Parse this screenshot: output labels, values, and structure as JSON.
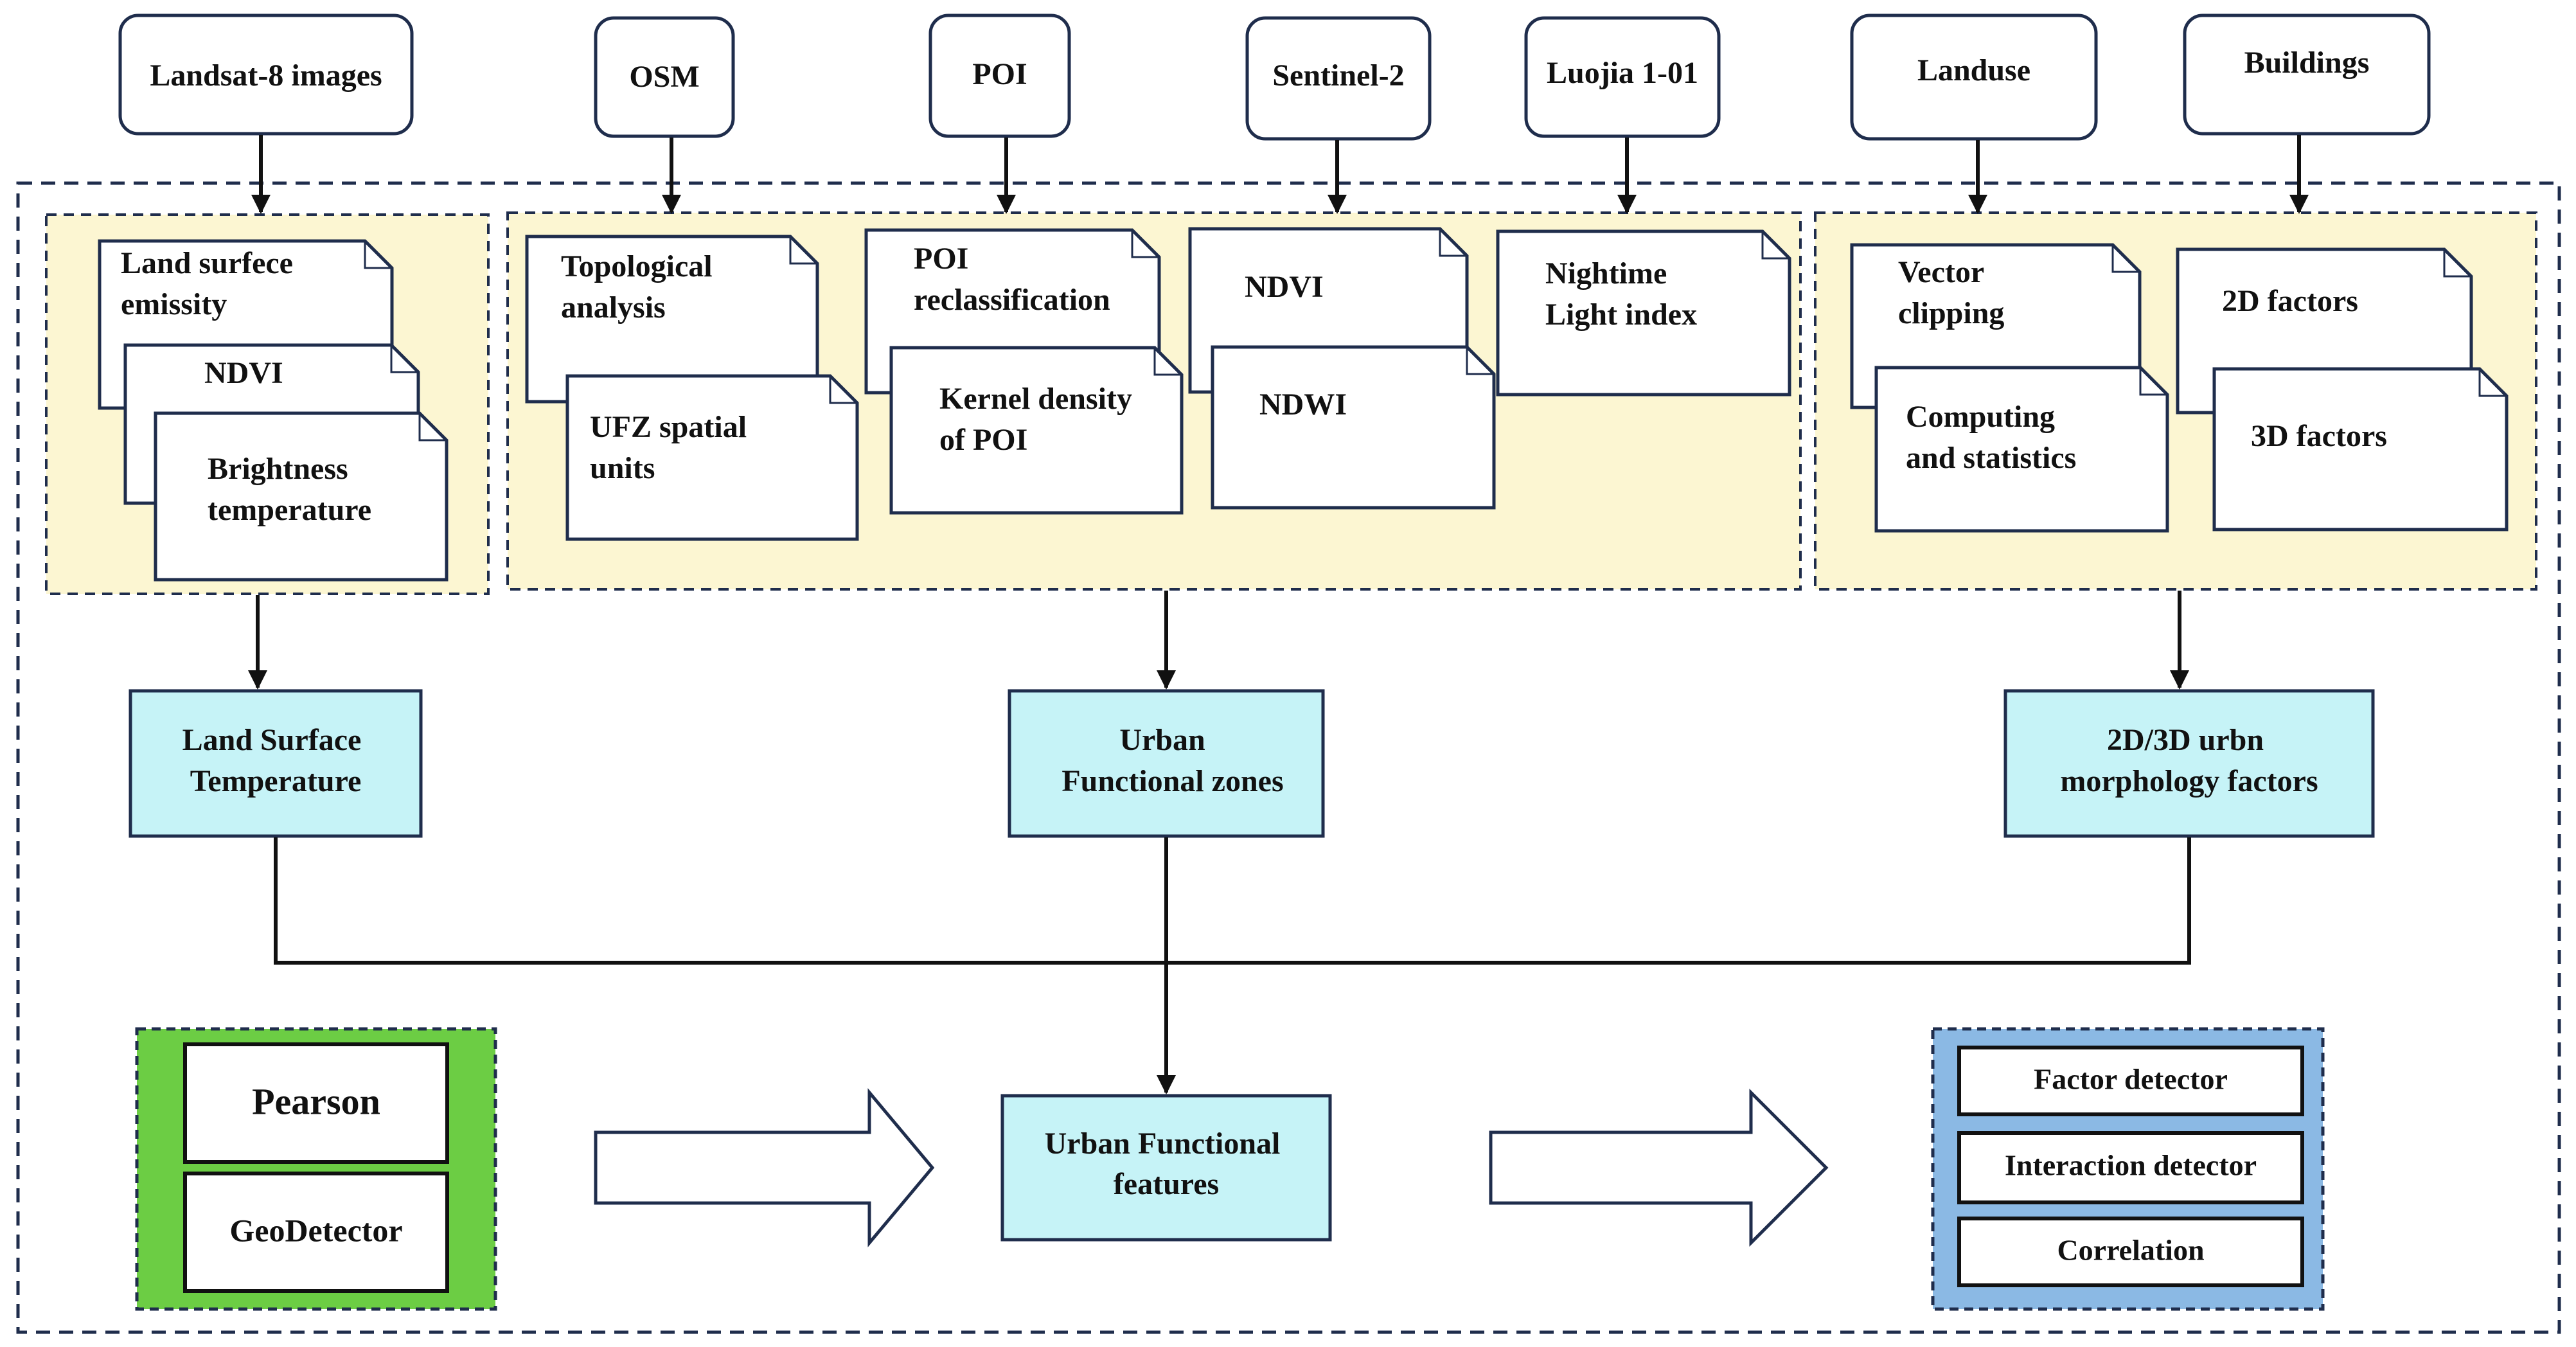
{
  "sources": {
    "landsat": "Landsat-8 images",
    "osm": "OSM",
    "poi": "POI",
    "sentinel": "Sentinel-2",
    "luojia": "Luojia 1-01",
    "landuse": "Landuse",
    "buildings": "Buildings"
  },
  "docs": {
    "land_surface_emissivity": [
      "Land surfece",
      "emissity"
    ],
    "ndvi_lst": [
      "NDVI"
    ],
    "brightness_temperature": [
      "Brightness",
      "temperature"
    ],
    "topological_analysis": [
      "Topological",
      "analysis"
    ],
    "ufz_spatial_units": [
      "UFZ spatial",
      "units"
    ],
    "poi_reclassification": [
      "POI",
      "reclassification"
    ],
    "kernel_density_poi": [
      "Kernel density",
      "of POI"
    ],
    "ndvi_ufz": [
      "NDVI"
    ],
    "ndwi": [
      "NDWI"
    ],
    "nightime_light_index": [
      "Nightime",
      "Light index"
    ],
    "vector_clipping": [
      "Vector",
      "clipping"
    ],
    "computing_statistics": [
      "Computing",
      "and statistics"
    ],
    "factors_2d": [
      "2D factors"
    ],
    "factors_3d": [
      "3D factors"
    ]
  },
  "results": {
    "lst": [
      "Land Surface",
      "Temperature"
    ],
    "ufz": [
      "Urban",
      "Functional zones"
    ],
    "morphology": [
      "2D/3D urbn",
      "morphology factors"
    ],
    "features": [
      "Urban Functional",
      "features"
    ]
  },
  "methods": {
    "pearson": "Pearson",
    "geodetector": "GeoDetector"
  },
  "detectors": {
    "factor": "Factor detector",
    "interaction": "Interaction detector",
    "correlation": "Correlation"
  },
  "colors": {
    "panel_fill": "#fcf6d2",
    "result_fill": "#c6f3f7",
    "green_fill": "#6ccd44",
    "blue_fill": "#8bb9e4",
    "border": "#1f2d4c"
  }
}
